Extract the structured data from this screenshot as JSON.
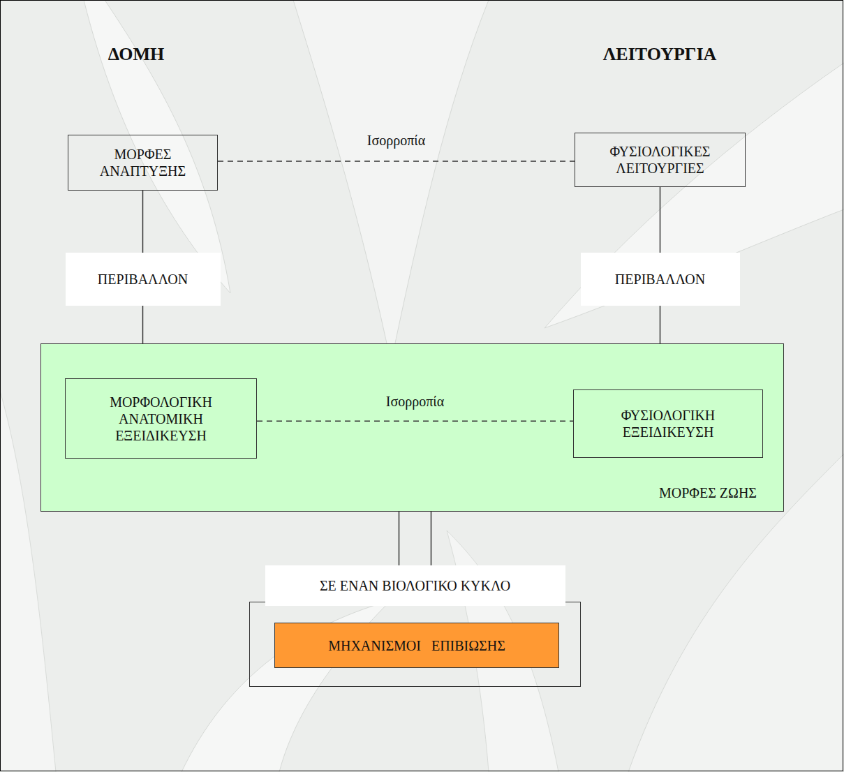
{
  "diagram": {
    "nodes": [
      {
        "text": [
          "ΜΟΡΦΕΣ ΑΝΑΠΤΥΞΗΣ"
        ]
      },
      {
        "text": [
          "ΦΥΣΙΟΛΟΓΙΚΕΣ ΛΕΙΤΟΥΡΓΙΕΣ"
        ]
      },
      {
        "text": [
          "ΜΟΡΦΕΣ ΖΩΗΣ"
        ]
      },
      {
        "text": [
          "ΜΟΡΦΟΛΟΓΙΚΗ ΑΝΑΤΟΜΙΚΗ ΕΞΕΙΔΙΚΕΥΣΗ"
        ],
        "in": 2
      },
      {
        "text": [
          "ΦΥΣΙΟΛΟΓΙΚΗ ΕΞΕΙΔΙΚΕΥΣΗ"
        ],
        "in": 2
      },
      {
        "text": [
          "ΜΗΧΑΝΙΣΜΟΙ ΕΠΙΒΙΩΣΗΣ"
        ]
      }
    ],
    "edges": [
      {
        "from": 0,
        "to": 1,
        "arrow": "none",
        "label": "Ισορροπία"
      },
      {
        "from": 0,
        "to": 2,
        "arrow": "none",
        "label": "ΠΕΡΙΒΑΛΛΟΝ"
      },
      {
        "from": 1,
        "to": 2,
        "arrow": "none",
        "label": "ΠΕΡΙΒΑΛΛΟΝ"
      },
      {
        "from": 3,
        "to": 4,
        "arrow": "none",
        "label": "Ισορροπία"
      },
      {
        "from": 2,
        "to": 5,
        "arrow": "none",
        "label": "ΣΕ ΕΝΑΝ ΒΙΟΛΟΓΙΚΟ ΚΥΚΛΟ"
      }
    ],
    "labels": [
      "ΔΟΜΗ",
      "ΛΕΙΤΟΥΡΓΙΑ"
    ]
  }
}
